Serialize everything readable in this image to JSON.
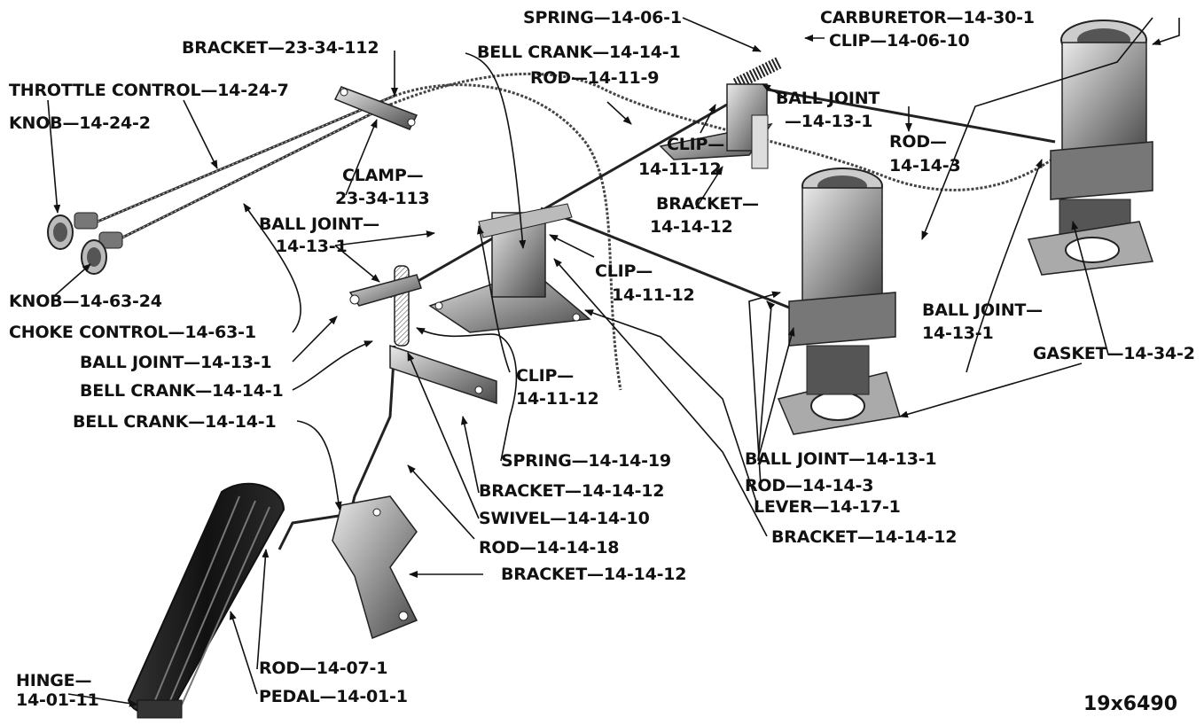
{
  "figure_number": "19x6490",
  "callouts": {
    "bracket_23_34_112": "BRACKET—23-34-112",
    "throttle_control": "THROTTLE CONTROL—14-24-7",
    "knob_14_24_2": "KNOB—14-24-2",
    "clamp_line1": "CLAMP—",
    "clamp_line2": "23-34-113",
    "ball_joint_top_left_line1": "BALL JOINT—",
    "ball_joint_top_left_line2": "14-13-1",
    "knob_14_63_24": "KNOB—14-63-24",
    "choke_control": "CHOKE CONTROL—14-63-1",
    "ball_joint_left": "BALL JOINT—14-13-1",
    "bell_crank_left_1": "BELL CRANK—14-14-1",
    "bell_crank_left_2": "BELL CRANK—14-14-1",
    "bell_crank_top": "BELL CRANK—14-14-1",
    "spring_14_06_1": "SPRING—14-06-1",
    "rod_14_11_9": "ROD—14-11-9",
    "clip_top_line1": "CLIP—",
    "clip_top_line2": "14-11-12",
    "clip_14_06_10": "CLIP—14-06-10",
    "carburetor": "CARBURETOR—14-30-1",
    "ball_joint_top_line1": "BALL JOINT",
    "ball_joint_top_line2": "—14-13-1",
    "rod_14_14_3_top_line1": "ROD—",
    "rod_14_14_3_top_line2": "14-14-3",
    "bracket_mid_line1": "BRACKET—",
    "bracket_mid_line2": "14-14-12",
    "clip_mid_line1": "CLIP—",
    "clip_mid_line2": "14-11-12",
    "clip_low_line1": "CLIP—",
    "clip_low_line2": "14-11-12",
    "ball_joint_right_line1": "BALL JOINT—",
    "ball_joint_right_line2": "14-13-1",
    "gasket": "GASKET—14-34-2",
    "spring_14_14_19": "SPRING—14-14-19",
    "bracket_low_1": "BRACKET—14-14-12",
    "swivel": "SWIVEL—14-14-10",
    "rod_14_14_18": "ROD—14-14-18",
    "bracket_low_2": "BRACKET—14-14-12",
    "ball_joint_bottom": "BALL JOINT—14-13-1",
    "rod_14_14_3_bottom": "ROD—14-14-3",
    "lever": "LEVER—14-17-1",
    "bracket_bottom": "BRACKET—14-14-12",
    "hinge_line1": "HINGE—",
    "hinge_line2": "14-01-11",
    "rod_14_07_1": "ROD—14-07-1",
    "pedal": "PEDAL—14-01-1"
  }
}
